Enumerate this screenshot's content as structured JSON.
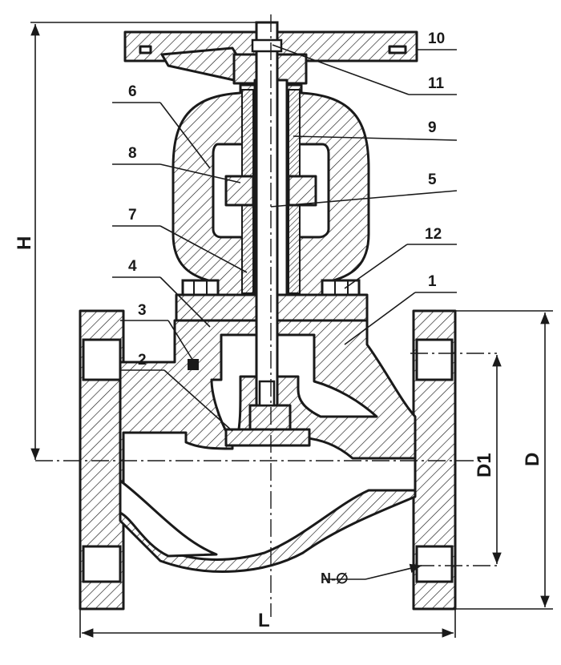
{
  "callouts": {
    "c1": "1",
    "c2": "2",
    "c3": "3",
    "c4": "4",
    "c5": "5",
    "c6": "6",
    "c7": "7",
    "c8": "8",
    "c9": "9",
    "c10": "10",
    "c11": "11",
    "c12": "12"
  },
  "dimensions": {
    "height": "H",
    "length": "L",
    "bolt_circle": "D1",
    "flange_diameter": "D",
    "bolt_holes": "N-∅"
  },
  "colors": {
    "line": "#1a1a1a",
    "background": "#ffffff"
  }
}
